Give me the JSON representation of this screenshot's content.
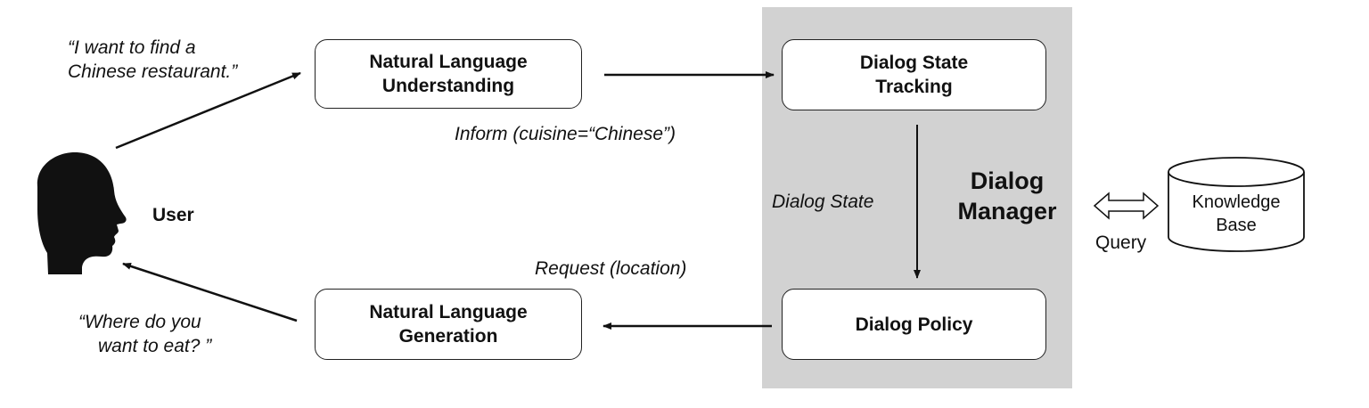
{
  "manager": {
    "line1": "Dialog",
    "line2": "Manager"
  },
  "boxes": {
    "nlu": {
      "line1": "Natural Language",
      "line2": "Understanding"
    },
    "dst": {
      "line1": "Dialog State",
      "line2": "Tracking"
    },
    "nlg": {
      "line1": "Natural Language",
      "line2": "Generation"
    },
    "policy": {
      "line1": "Dialog Policy"
    }
  },
  "user": {
    "label": "User",
    "utterance": {
      "line1": "“I want to find a",
      "line2": "Chinese restaurant.”"
    },
    "response": {
      "line1": "“Where do you",
      "line2": "want to eat? ”"
    }
  },
  "edges": {
    "inform": "Inform (cuisine=“Chinese”)",
    "state": "Dialog State",
    "request": "Request (location)",
    "query": "Query"
  },
  "kb": {
    "line1": "Knowledge",
    "line2": "Base"
  }
}
